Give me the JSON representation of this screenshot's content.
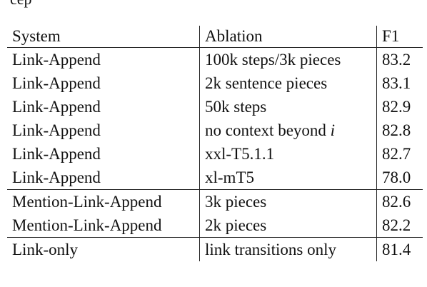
{
  "top_remnant": "cep",
  "table": {
    "headers": {
      "system": "System",
      "ablation": "Ablation",
      "f1": "F1"
    },
    "rows": [
      {
        "system": "Link-Append",
        "ablation": "100k steps/3k pieces",
        "f1": "83.2"
      },
      {
        "system": "Link-Append",
        "ablation": "2k sentence pieces",
        "f1": "83.1"
      },
      {
        "system": "Link-Append",
        "ablation": "50k steps",
        "f1": "82.9"
      },
      {
        "system": "Link-Append",
        "ablation": "no context beyond",
        "ablation_var": "i",
        "f1": "82.8"
      },
      {
        "system": "Link-Append",
        "ablation": "xxl-T5.1.1",
        "f1": "82.7"
      },
      {
        "system": "Link-Append",
        "ablation": "xl-mT5",
        "f1": "78.0"
      },
      {
        "system": "Mention-Link-Append",
        "ablation": "3k pieces",
        "f1": "82.6"
      },
      {
        "system": "Mention-Link-Append",
        "ablation": "2k pieces",
        "f1": "82.2"
      },
      {
        "system": "Link-only",
        "ablation": "link transitions only",
        "f1": "81.4"
      }
    ]
  }
}
